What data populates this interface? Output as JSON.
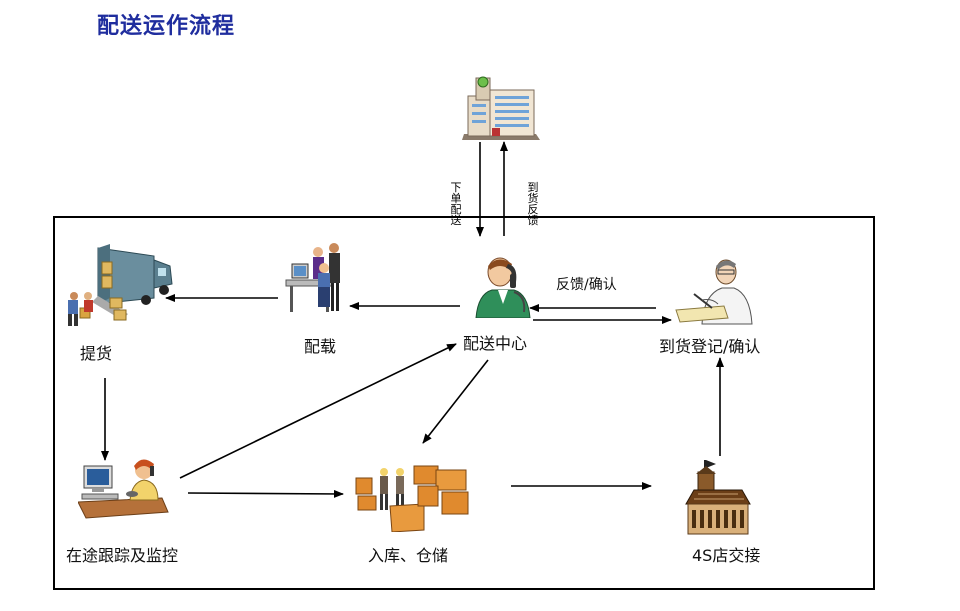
{
  "title": "配送运作流程",
  "nodes": {
    "headquarters": {
      "icon": "office-building-icon"
    },
    "center": {
      "label": "配送中心",
      "icon": "phone-operator-icon"
    },
    "loading": {
      "label": "配载",
      "icon": "office-team-icon"
    },
    "pickup": {
      "label": "提货",
      "icon": "delivery-truck-icon"
    },
    "tracking": {
      "label": "在途跟踪及监控",
      "icon": "computer-operator-icon"
    },
    "warehouse": {
      "label": "入库、仓储",
      "icon": "warehouse-boxes-icon"
    },
    "dealer": {
      "label": "4S店交接",
      "icon": "store-building-icon"
    },
    "arrival": {
      "label": "到货登记/确认",
      "icon": "clerk-writing-icon"
    }
  },
  "edges": {
    "order": {
      "label": "下单配送"
    },
    "arrival_feedback": {
      "label": "到货反馈"
    },
    "feedback_confirm": {
      "label": "反馈/确认"
    }
  }
}
